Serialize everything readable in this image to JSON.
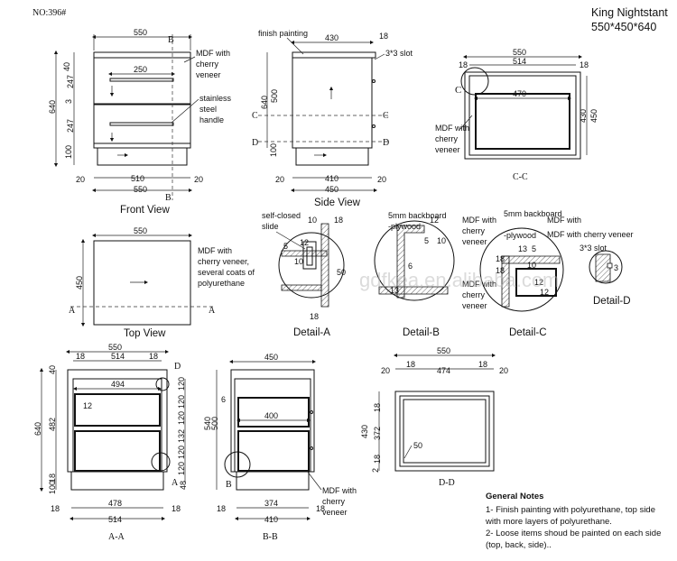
{
  "header": {
    "model_no": "NO:396#",
    "title": "King Nightstant",
    "dimensions": "550*450*640"
  },
  "views": {
    "front": "Front View",
    "side": "Side View",
    "top": "Top View",
    "cc": "C-C",
    "aa": "A-A",
    "bb": "B-B",
    "dd": "D-D",
    "detail_a": "Detail-A",
    "detail_b": "Detail-B",
    "detail_c": "Detail-C",
    "detail_d": "Detail-D"
  },
  "labels": {
    "mdf": "MDF with",
    "cherry": "cherry",
    "veneer": "veneer",
    "cherry_veneer_comma": "cherry veneer,",
    "several_coats": "several coats of",
    "polyurethane": "polyurethane",
    "stainless": "stainless",
    "steel": "steel",
    "handle": "handle",
    "finish_painting": "finish painting",
    "slot": "3*3 slot",
    "self_closed": "self-closed",
    "slide": "slide",
    "backboard": "5mm backboard",
    "plywood": "-plywood",
    "mdf_cherry_veneer": "MDF with cherry veneer"
  },
  "section_marks": {
    "a": "A",
    "b": "B",
    "c": "C",
    "d": "D"
  },
  "dims": {
    "d550": "550",
    "d250": "250",
    "d640": "640",
    "d40": "40",
    "d247": "247",
    "d3": "3",
    "d100": "100",
    "d20": "20",
    "d510": "510",
    "d430": "430",
    "d18": "18",
    "d500": "500",
    "d410": "410",
    "d450": "450",
    "d514": "514",
    "d470": "470",
    "d10": "10",
    "d12": "12",
    "d5": "5",
    "d50": "50",
    "d6": "6",
    "d13": "13",
    "d494": "494",
    "d482": "482",
    "d120": "120",
    "d132": "132",
    "d48": "48",
    "d478": "478",
    "d540": "540",
    "d400": "400",
    "d374": "374",
    "d474": "474",
    "d372": "372",
    "d2": "2"
  },
  "watermark": "gdfkea.en.alibaba.com",
  "notes": {
    "heading": "General Notes",
    "line1": "1- Finish painting with polyurethane, top side",
    "line2": "with more layers of polyurethane.",
    "line3": "2- Loose items shoud be painted on each side",
    "line4": "(top, back, side).."
  }
}
